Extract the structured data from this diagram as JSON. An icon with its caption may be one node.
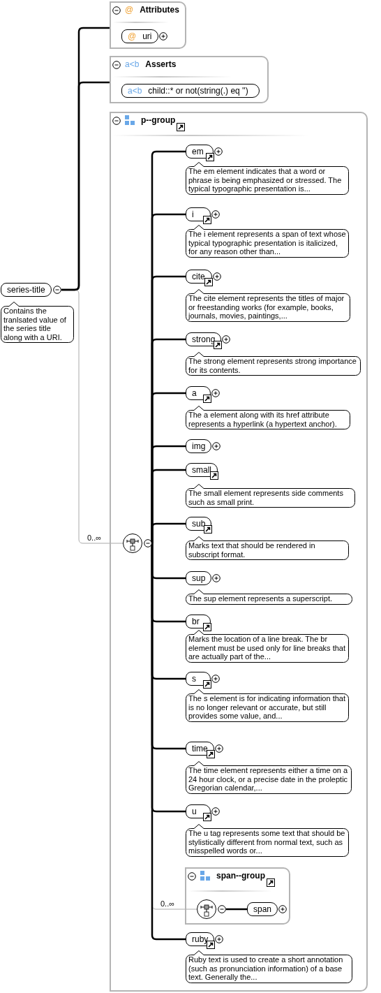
{
  "diagram": {
    "nodes": [
      {
        "text": [
          "series-title"
        ],
        "beside": [
          "Contains the tranlsated value of the series title along with a URI."
        ]
      },
      {
        "text": [
          "@",
          "Attributes"
        ]
      },
      {
        "text": [
          "@",
          "uri"
        ],
        "in": 1
      },
      {
        "text": [
          "a<b",
          "Asserts"
        ]
      },
      {
        "text": [
          "a<b",
          "child::* or not(string(.) eq '')"
        ],
        "in": 3
      },
      {
        "text": [
          "p--group"
        ]
      },
      {
        "text": [],
        "shape": "circle",
        "in": 5
      },
      {
        "text": [
          "em"
        ],
        "in": 5,
        "beside": [
          "The em element indicates that a word or phrase is being emphasized or stressed. The typical typographic presentation is..."
        ]
      },
      {
        "text": [
          "i"
        ],
        "in": 5,
        "beside": [
          "The i element represents a span of text whose typical typographic presentation is italicized, for any reason other than..."
        ]
      },
      {
        "text": [
          "cite"
        ],
        "in": 5,
        "beside": [
          "The cite element represents the titles of major or freestanding works (for example, books, journals, movies, paintings,..."
        ]
      },
      {
        "text": [
          "strong"
        ],
        "in": 5,
        "beside": [
          "The strong element represents strong importance for its contents."
        ]
      },
      {
        "text": [
          "a"
        ],
        "in": 5,
        "beside": [
          "The a element along with its href attribute represents a hyperlink (a hypertext anchor)."
        ]
      },
      {
        "text": [
          "img"
        ],
        "in": 5
      },
      {
        "text": [
          "small"
        ],
        "in": 5,
        "beside": [
          "The small element represents side comments such as small print."
        ]
      },
      {
        "text": [
          "sub"
        ],
        "in": 5,
        "beside": [
          "Marks text that should be rendered in subscript format."
        ]
      },
      {
        "text": [
          "sup"
        ],
        "in": 5,
        "beside": [
          "The sup element represents a superscript."
        ]
      },
      {
        "text": [
          "br"
        ],
        "in": 5,
        "beside": [
          "Marks the location of a line break. The br element must be used only for line breaks that are actually part of the..."
        ]
      },
      {
        "text": [
          "s"
        ],
        "in": 5,
        "beside": [
          "The s element is for indicating information that is no longer relevant or accurate, but still provides some value, and..."
        ]
      },
      {
        "text": [
          "time"
        ],
        "in": 5,
        "beside": [
          "The time element represents either a time on a 24 hour clock, or a precise date in the proleptic Gregorian calendar,..."
        ]
      },
      {
        "text": [
          "u"
        ],
        "in": 5,
        "beside": [
          "The u tag represents some text that should be stylistically different from normal text, such as misspelled words or..."
        ]
      },
      {
        "text": [
          "span--group"
        ],
        "in": 5
      },
      {
        "text": [],
        "shape": "circle",
        "in": 20
      },
      {
        "text": [
          "span"
        ],
        "in": 20
      },
      {
        "text": [
          "ruby"
        ],
        "in": 5,
        "beside": [
          "Ruby text is used to create a short annotation (such as pronunciation information) of a base text. Generally the..."
        ]
      }
    ],
    "edges": [
      {
        "from": 0,
        "to": 1,
        "arrow": "none"
      },
      {
        "from": 0,
        "to": 3,
        "arrow": "none"
      },
      {
        "from": 0,
        "to": 6,
        "arrow": "none",
        "label": "0..∞",
        "color": "#aaaaaa"
      },
      {
        "from": 6,
        "to": 7,
        "arrow": "none"
      },
      {
        "from": 6,
        "to": 8,
        "arrow": "none"
      },
      {
        "from": 6,
        "to": 9,
        "arrow": "none"
      },
      {
        "from": 6,
        "to": 10,
        "arrow": "none"
      },
      {
        "from": 6,
        "to": 11,
        "arrow": "none"
      },
      {
        "from": 6,
        "to": 12,
        "arrow": "none"
      },
      {
        "from": 6,
        "to": 13,
        "arrow": "none"
      },
      {
        "from": 6,
        "to": 14,
        "arrow": "none"
      },
      {
        "from": 6,
        "to": 15,
        "arrow": "none"
      },
      {
        "from": 6,
        "to": 16,
        "arrow": "none"
      },
      {
        "from": 6,
        "to": 17,
        "arrow": "none"
      },
      {
        "from": 6,
        "to": 18,
        "arrow": "none"
      },
      {
        "from": 6,
        "to": 19,
        "arrow": "none"
      },
      {
        "from": 6,
        "to": 21,
        "arrow": "none",
        "label": "0..∞",
        "color": "#aaaaaa"
      },
      {
        "from": 21,
        "to": 22,
        "arrow": "none"
      },
      {
        "from": 6,
        "to": 23,
        "arrow": "none"
      }
    ]
  }
}
